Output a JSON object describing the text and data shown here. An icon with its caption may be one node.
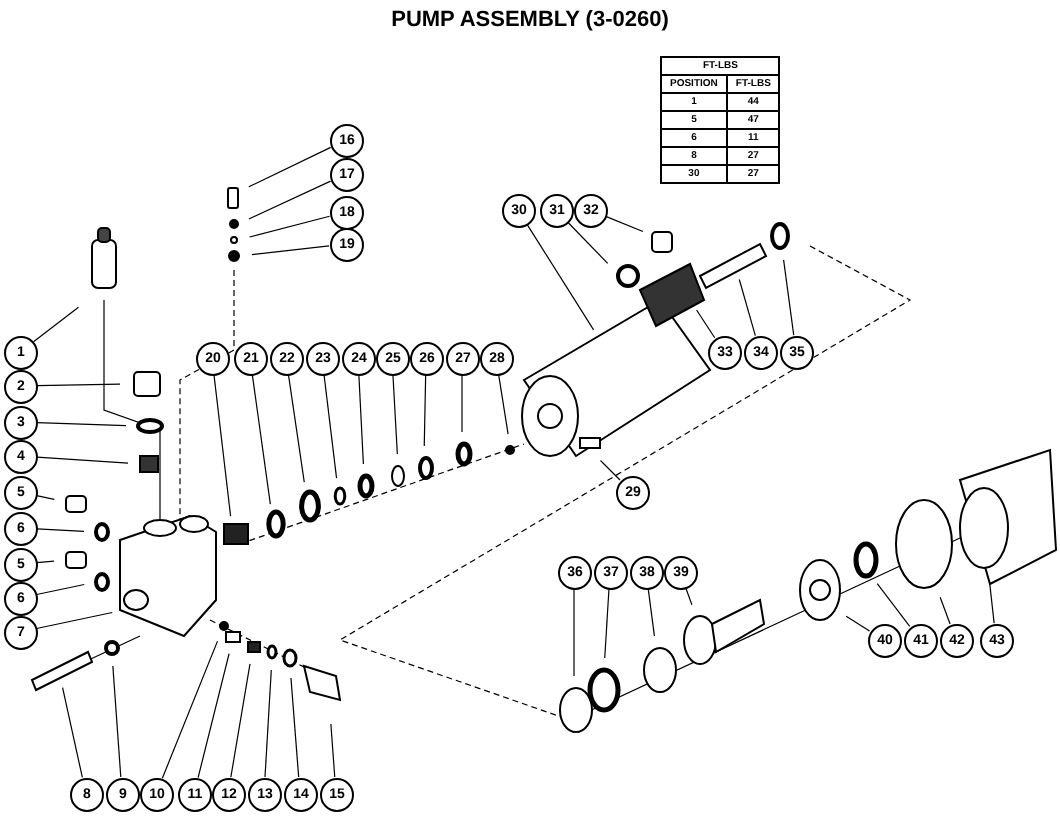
{
  "diagram": {
    "title": "PUMP ASSEMBLY (3-0260)",
    "nodes": [
      {
        "text": [
          "1"
        ]
      },
      {
        "text": [
          "2"
        ]
      },
      {
        "text": [
          "3"
        ]
      },
      {
        "text": [
          "4"
        ]
      },
      {
        "text": [
          "5"
        ]
      },
      {
        "text": [
          "6"
        ]
      },
      {
        "text": [
          "5"
        ]
      },
      {
        "text": [
          "6"
        ]
      },
      {
        "text": [
          "7"
        ]
      },
      {
        "text": [
          "8"
        ]
      },
      {
        "text": [
          "9"
        ]
      },
      {
        "text": [
          "10"
        ]
      },
      {
        "text": [
          "11"
        ]
      },
      {
        "text": [
          "12"
        ]
      },
      {
        "text": [
          "13"
        ]
      },
      {
        "text": [
          "14"
        ]
      },
      {
        "text": [
          "15"
        ]
      },
      {
        "text": [
          "16"
        ]
      },
      {
        "text": [
          "17"
        ]
      },
      {
        "text": [
          "18"
        ]
      },
      {
        "text": [
          "19"
        ]
      },
      {
        "text": [
          "20"
        ]
      },
      {
        "text": [
          "21"
        ]
      },
      {
        "text": [
          "22"
        ]
      },
      {
        "text": [
          "23"
        ]
      },
      {
        "text": [
          "24"
        ]
      },
      {
        "text": [
          "25"
        ]
      },
      {
        "text": [
          "26"
        ]
      },
      {
        "text": [
          "27"
        ]
      },
      {
        "text": [
          "28"
        ]
      },
      {
        "text": [
          "29"
        ]
      },
      {
        "text": [
          "30"
        ]
      },
      {
        "text": [
          "31"
        ]
      },
      {
        "text": [
          "32"
        ]
      },
      {
        "text": [
          "33"
        ]
      },
      {
        "text": [
          "34"
        ]
      },
      {
        "text": [
          "35"
        ]
      },
      {
        "text": [
          "36"
        ]
      },
      {
        "text": [
          "37"
        ]
      },
      {
        "text": [
          "38"
        ]
      },
      {
        "text": [
          "39"
        ]
      },
      {
        "text": [
          "40"
        ]
      },
      {
        "text": [
          "41"
        ]
      },
      {
        "text": [
          "42"
        ]
      },
      {
        "text": [
          "43"
        ]
      }
    ],
    "edges": [
      {
        "from": 0,
        "to": null,
        "arrow": "none"
      },
      {
        "from": 1,
        "to": null,
        "arrow": "none"
      },
      {
        "from": 2,
        "to": null,
        "arrow": "none"
      },
      {
        "from": 3,
        "to": null,
        "arrow": "none"
      },
      {
        "from": 4,
        "to": null,
        "arrow": "none"
      },
      {
        "from": 5,
        "to": null,
        "arrow": "none"
      },
      {
        "from": 6,
        "to": null,
        "arrow": "none"
      },
      {
        "from": 7,
        "to": null,
        "arrow": "none"
      },
      {
        "from": 8,
        "to": null,
        "arrow": "none"
      },
      {
        "from": 9,
        "to": null,
        "arrow": "none"
      },
      {
        "from": 10,
        "to": null,
        "arrow": "none"
      },
      {
        "from": 11,
        "to": null,
        "arrow": "none"
      },
      {
        "from": 12,
        "to": null,
        "arrow": "none"
      },
      {
        "from": 13,
        "to": null,
        "arrow": "none"
      },
      {
        "from": 14,
        "to": null,
        "arrow": "none"
      },
      {
        "from": 15,
        "to": null,
        "arrow": "none"
      },
      {
        "from": 16,
        "to": null,
        "arrow": "none"
      },
      {
        "from": 17,
        "to": null,
        "arrow": "none"
      },
      {
        "from": 18,
        "to": null,
        "arrow": "none"
      },
      {
        "from": 19,
        "to": null,
        "arrow": "none"
      },
      {
        "from": 20,
        "to": null,
        "arrow": "none"
      },
      {
        "from": 21,
        "to": null,
        "arrow": "none"
      },
      {
        "from": 22,
        "to": null,
        "arrow": "none"
      },
      {
        "from": 23,
        "to": null,
        "arrow": "none"
      },
      {
        "from": 24,
        "to": null,
        "arrow": "none"
      },
      {
        "from": 25,
        "to": null,
        "arrow": "none"
      },
      {
        "from": 26,
        "to": null,
        "arrow": "none"
      },
      {
        "from": 27,
        "to": null,
        "arrow": "none"
      },
      {
        "from": 28,
        "to": null,
        "arrow": "none"
      },
      {
        "from": 29,
        "to": null,
        "arrow": "none"
      },
      {
        "from": 30,
        "to": null,
        "arrow": "none"
      },
      {
        "from": 31,
        "to": null,
        "arrow": "none"
      },
      {
        "from": 32,
        "to": null,
        "arrow": "none"
      },
      {
        "from": 33,
        "to": null,
        "arrow": "none"
      },
      {
        "from": 34,
        "to": null,
        "arrow": "none"
      },
      {
        "from": 35,
        "to": null,
        "arrow": "none"
      },
      {
        "from": 36,
        "to": null,
        "arrow": "none"
      },
      {
        "from": 37,
        "to": null,
        "arrow": "none"
      },
      {
        "from": 38,
        "to": null,
        "arrow": "none"
      },
      {
        "from": 39,
        "to": null,
        "arrow": "none"
      },
      {
        "from": 40,
        "to": null,
        "arrow": "none"
      },
      {
        "from": 41,
        "to": null,
        "arrow": "none"
      },
      {
        "from": 42,
        "to": null,
        "arrow": "none"
      },
      {
        "from": 43,
        "to": null,
        "arrow": "none"
      },
      {
        "from": 44,
        "to": null,
        "arrow": "none"
      }
    ],
    "labels": [
      "FT-LBS",
      "POSITION",
      "FT-LBS",
      "1",
      "44",
      "5",
      "47",
      "6",
      "11",
      "8",
      "27",
      "30",
      "27"
    ]
  }
}
